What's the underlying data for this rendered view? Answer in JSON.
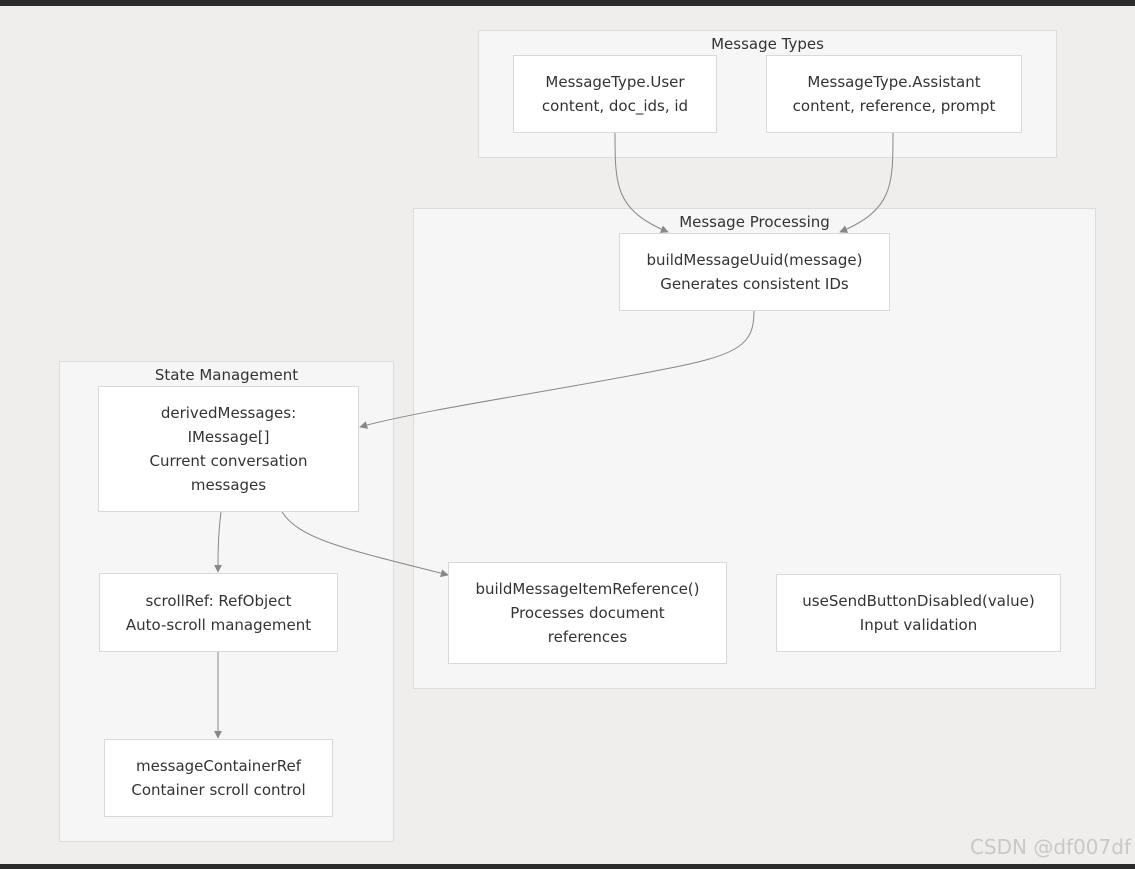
{
  "groups": {
    "message_types": "Message Types",
    "message_processing": "Message Processing",
    "state_management": "State Management"
  },
  "nodes": {
    "message_type_user": [
      "MessageType.User",
      "content, doc_ids, id"
    ],
    "message_type_assistant": [
      "MessageType.Assistant",
      "content, reference, prompt"
    ],
    "build_message_uuid": [
      "buildMessageUuid(message)",
      "Generates consistent IDs"
    ],
    "derived_messages": [
      "derivedMessages:",
      "IMessage[]",
      "Current conversation",
      "messages"
    ],
    "scroll_ref": [
      "scrollRef: RefObject",
      "Auto-scroll management"
    ],
    "message_container_ref": [
      "messageContainerRef",
      "Container scroll control"
    ],
    "build_message_item_reference": [
      "buildMessageItemReference()",
      "Processes document",
      "references"
    ],
    "use_send_button_disabled": [
      "useSendButtonDisabled(value)",
      "Input validation"
    ]
  },
  "watermark": "CSDN @df007df",
  "colors": {
    "background": "#efeeec",
    "group_fill": "#f6f6f6",
    "node_fill": "#ffffff",
    "edge": "#888888"
  }
}
